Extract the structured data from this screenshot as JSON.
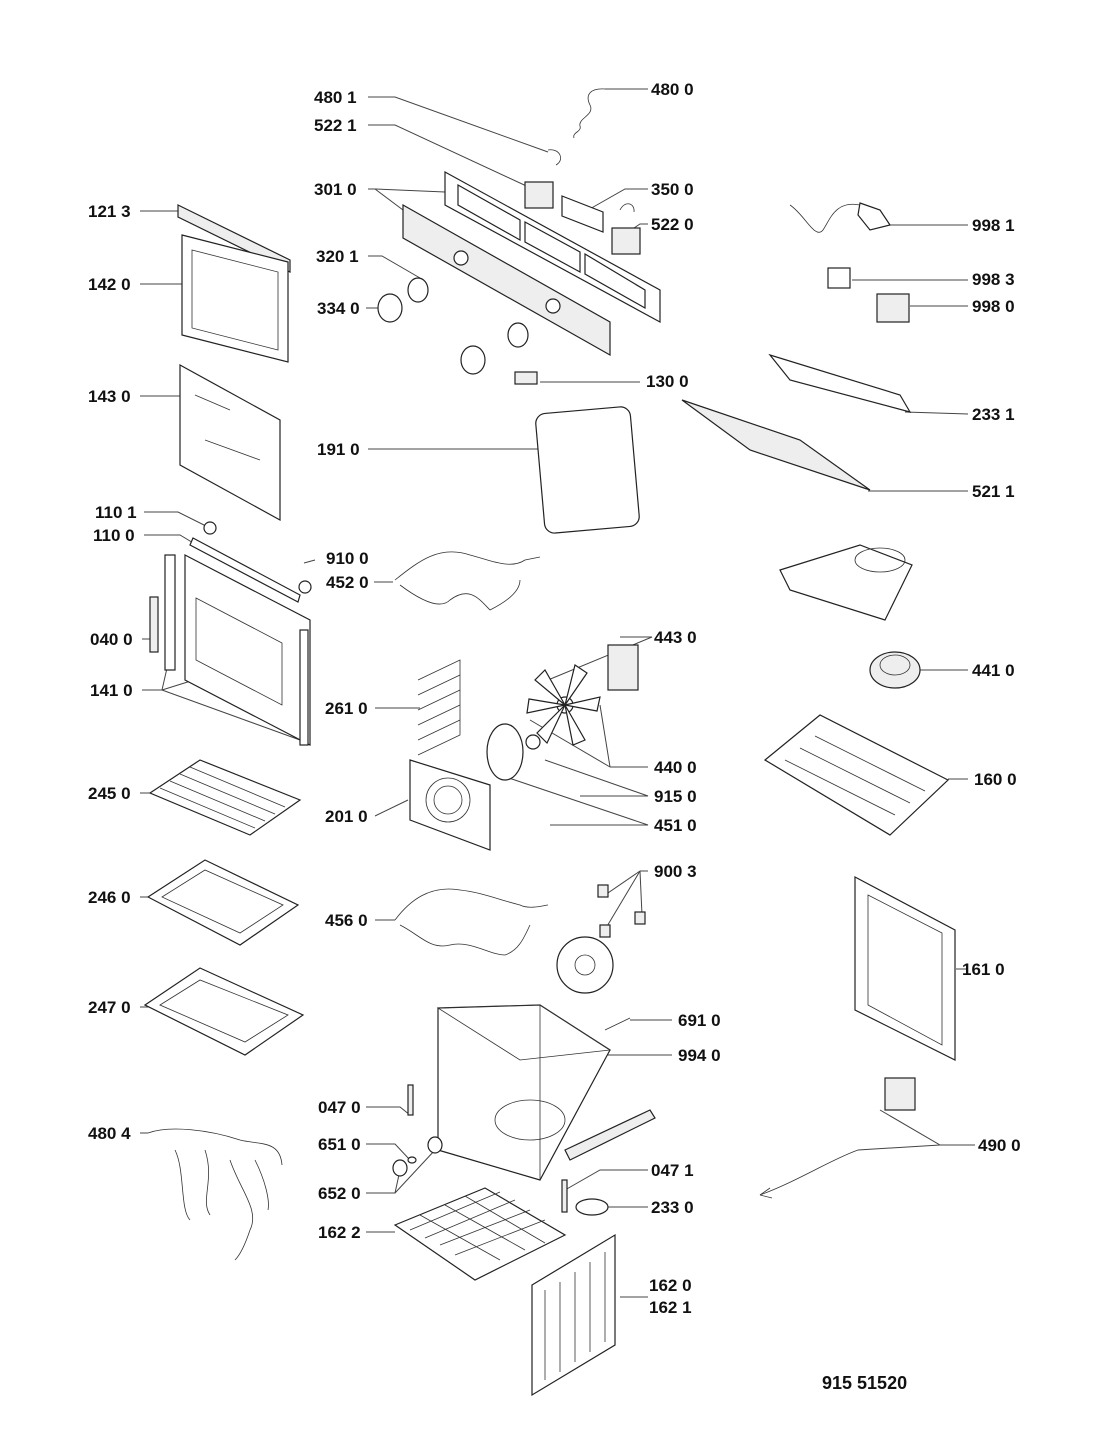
{
  "document_number": "915 51520",
  "labels": [
    {
      "id": "l4801",
      "text": "480 1"
    },
    {
      "id": "l4800",
      "text": "480 0"
    },
    {
      "id": "l5221",
      "text": "522 1"
    },
    {
      "id": "l3010",
      "text": "301 0"
    },
    {
      "id": "l3500",
      "text": "350 0"
    },
    {
      "id": "l5220",
      "text": "522 0"
    },
    {
      "id": "l1213",
      "text": "121 3"
    },
    {
      "id": "l9981",
      "text": "998 1"
    },
    {
      "id": "l3201",
      "text": "320 1"
    },
    {
      "id": "l1420",
      "text": "142 0"
    },
    {
      "id": "l9983",
      "text": "998 3"
    },
    {
      "id": "l3340",
      "text": "334 0"
    },
    {
      "id": "l9980",
      "text": "998 0"
    },
    {
      "id": "l1300",
      "text": "130 0"
    },
    {
      "id": "l1430",
      "text": "143 0"
    },
    {
      "id": "l2331",
      "text": "233 1"
    },
    {
      "id": "l1910",
      "text": "191 0"
    },
    {
      "id": "l5211",
      "text": "521 1"
    },
    {
      "id": "l1101",
      "text": "110 1"
    },
    {
      "id": "l1100",
      "text": "110 0"
    },
    {
      "id": "l9100",
      "text": "910 0"
    },
    {
      "id": "l4520",
      "text": "452 0"
    },
    {
      "id": "l0400",
      "text": "040 0"
    },
    {
      "id": "l4430",
      "text": "443 0"
    },
    {
      "id": "l4410",
      "text": "441 0"
    },
    {
      "id": "l1410",
      "text": "141 0"
    },
    {
      "id": "l2610",
      "text": "261 0"
    },
    {
      "id": "l4400",
      "text": "440 0"
    },
    {
      "id": "l1600",
      "text": "160 0"
    },
    {
      "id": "l2450",
      "text": "245 0"
    },
    {
      "id": "l9150",
      "text": "915 0"
    },
    {
      "id": "l2010",
      "text": "201 0"
    },
    {
      "id": "l4510",
      "text": "451 0"
    },
    {
      "id": "l9003",
      "text": "900 3"
    },
    {
      "id": "l2460",
      "text": "246 0"
    },
    {
      "id": "l4560",
      "text": "456 0"
    },
    {
      "id": "l1610",
      "text": "161 0"
    },
    {
      "id": "l2470",
      "text": "247 0"
    },
    {
      "id": "l6910",
      "text": "691 0"
    },
    {
      "id": "l9940",
      "text": "994 0"
    },
    {
      "id": "l0470",
      "text": "047 0"
    },
    {
      "id": "l4804",
      "text": "480 4"
    },
    {
      "id": "l6510",
      "text": "651 0"
    },
    {
      "id": "l4900",
      "text": "490 0"
    },
    {
      "id": "l0471",
      "text": "047 1"
    },
    {
      "id": "l6520",
      "text": "652 0"
    },
    {
      "id": "l2330",
      "text": "233 0"
    },
    {
      "id": "l1622",
      "text": "162 2"
    },
    {
      "id": "l1620",
      "text": "162 0"
    },
    {
      "id": "l1621",
      "text": "162 1"
    }
  ]
}
